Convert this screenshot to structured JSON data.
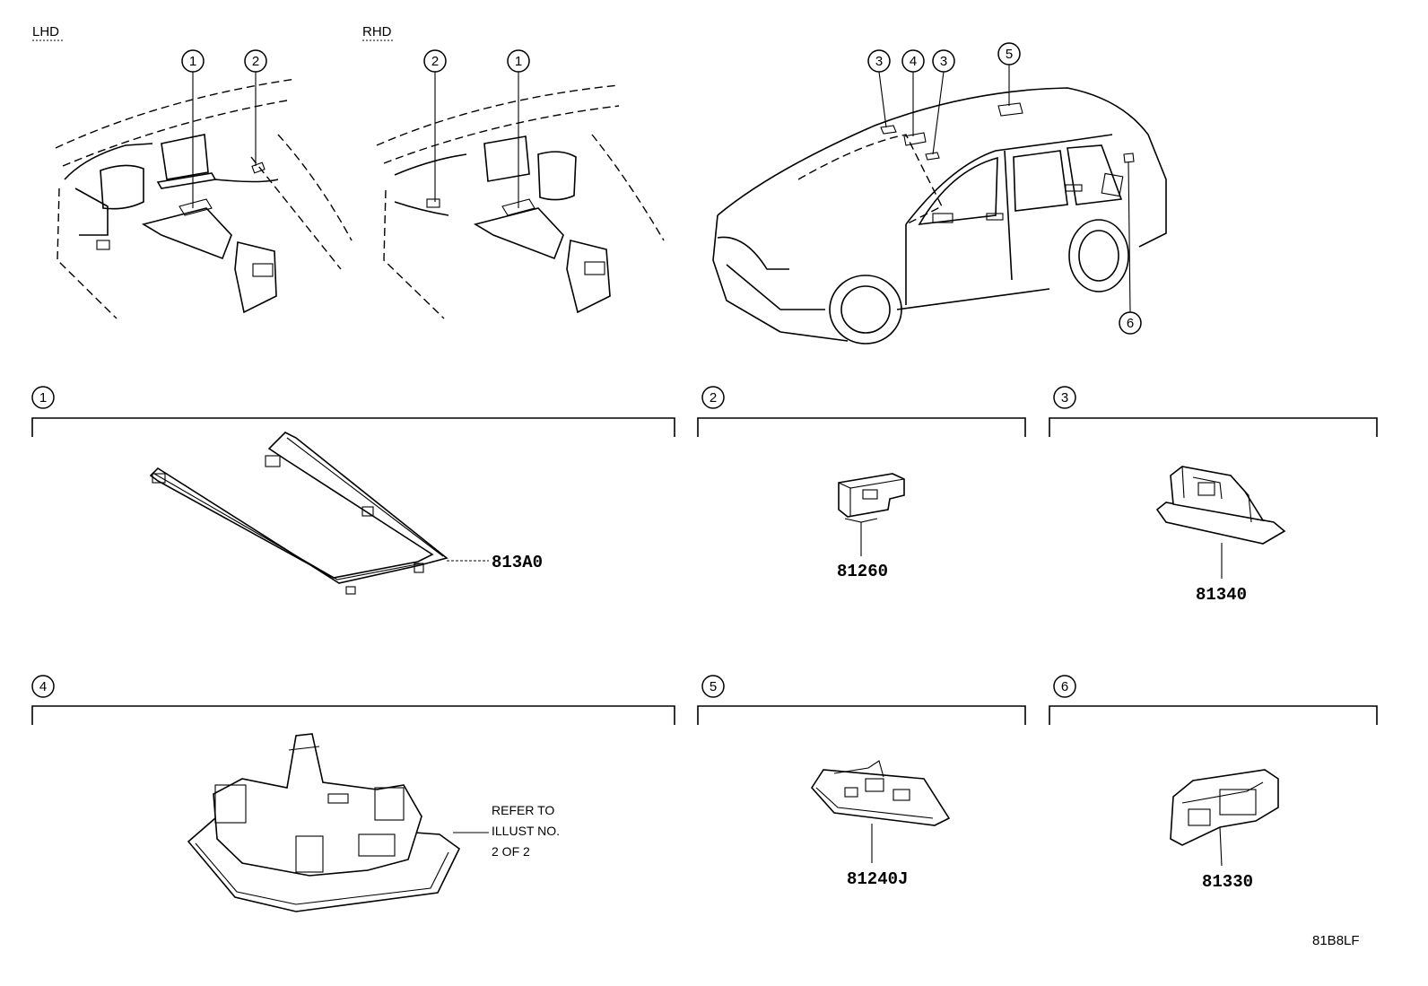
{
  "header_labels": {
    "lhd": "LHD",
    "rhd": "RHD"
  },
  "callouts": {
    "lhd": [
      "1",
      "2"
    ],
    "rhd": [
      "2",
      "1"
    ],
    "vehicle": [
      "3",
      "4",
      "3",
      "5",
      "6"
    ]
  },
  "sections": [
    {
      "id": "1",
      "part": "813A0"
    },
    {
      "id": "2",
      "part": "81260"
    },
    {
      "id": "3",
      "part": "81340"
    },
    {
      "id": "4",
      "note": [
        "REFER TO",
        "ILLUST NO.",
        "2 OF 2"
      ]
    },
    {
      "id": "5",
      "part": "81240J"
    },
    {
      "id": "6",
      "part": "81330"
    }
  ],
  "illustration_id": "81B8LF"
}
